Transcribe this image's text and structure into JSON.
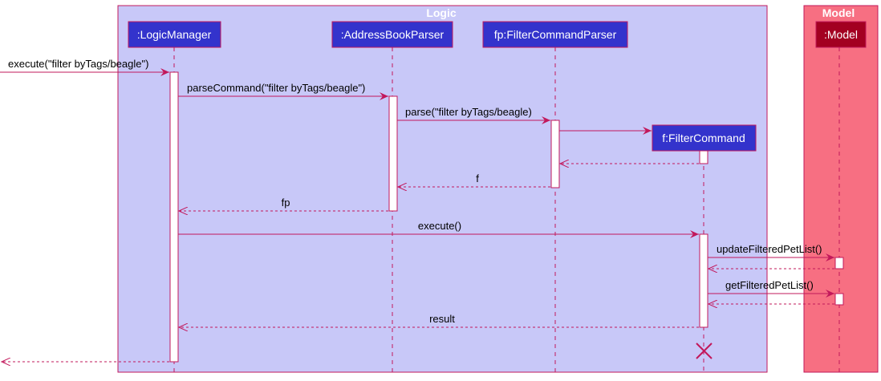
{
  "groups": {
    "logic": {
      "title": "Logic",
      "fill": "#c8c8f8",
      "stroke": "#c2185b"
    },
    "model": {
      "title": "Model",
      "fill": "#f76f82",
      "stroke": "#c2185b"
    }
  },
  "participants": {
    "logic_manager": ":LogicManager",
    "address_book_parser": ":AddressBookParser",
    "filter_command_parser": "fp:FilterCommandParser",
    "filter_command": "f:FilterCommand",
    "model": ":Model"
  },
  "messages": {
    "m1": "execute(\"filter byTags/beagle\")",
    "m2": "parseCommand(\"filter byTags/beagle\")",
    "m3": "parse(\"filter byTags/beagle)",
    "m4": "f",
    "m5": "fp",
    "m6": "execute()",
    "m7": "updateFilteredPetList()",
    "m8": "getFilteredPetList()",
    "m9": "result"
  },
  "colors": {
    "participant_fill": "#3333cc",
    "model_box_fill": "#a30021",
    "arrow": "#c2185b",
    "lifeline": "#c2185b"
  }
}
